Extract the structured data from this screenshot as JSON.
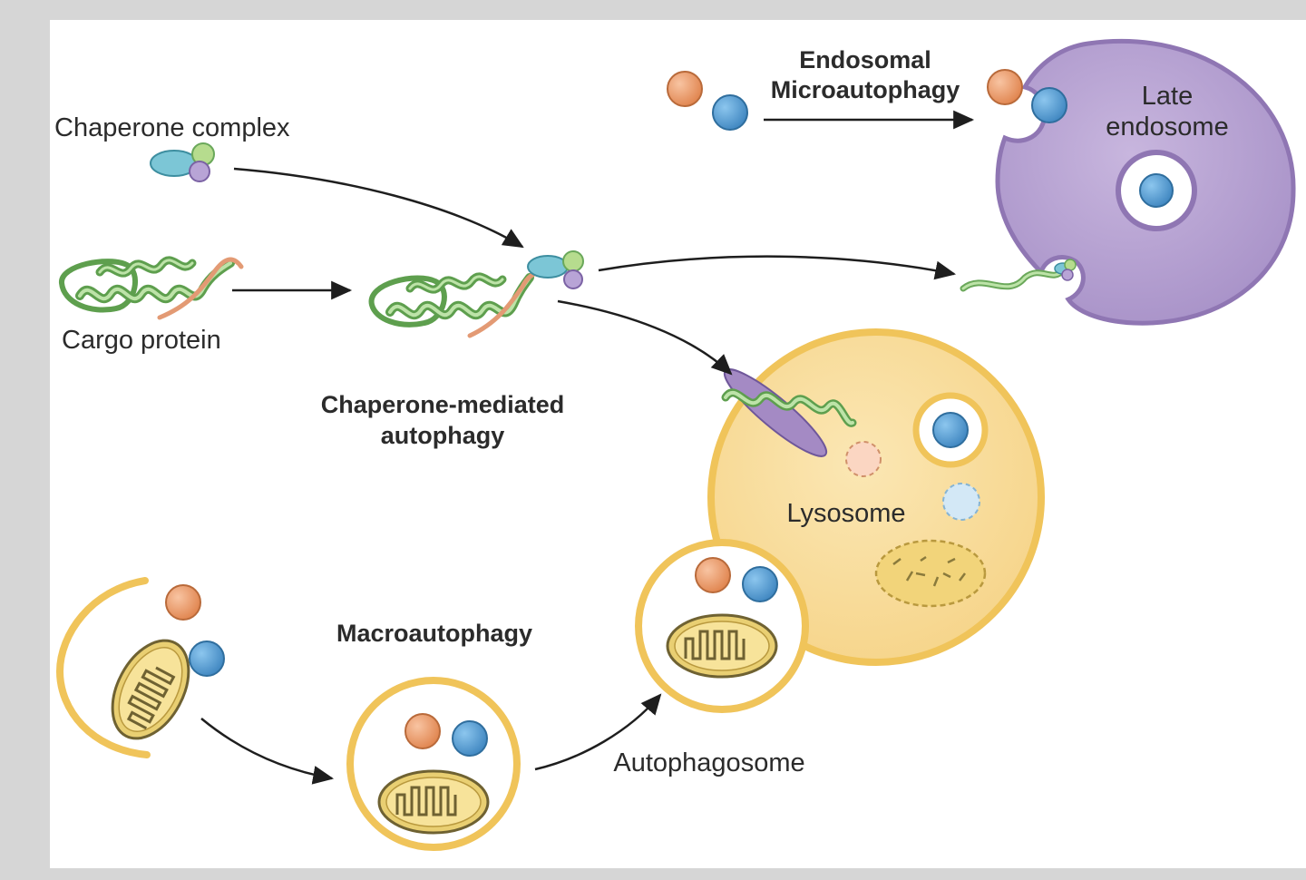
{
  "labels": {
    "chaperone_complex": "Chaperone complex",
    "cargo_protein": "Cargo protein",
    "endosomal_line1": "Endosomal",
    "endosomal_line2": "Microautophagy",
    "late_endosome_line1": "Late",
    "late_endosome_line2": "endosome",
    "cma_line1": "Chaperone-mediated",
    "cma_line2": "autophagy",
    "lysosome": "Lysosome",
    "macroautophagy": "Macroautophagy",
    "autophagosome": "Autophagosome"
  },
  "colors": {
    "orange": "#f0a47a",
    "blue": "#5aa3d6",
    "green_protein": "#8fc97a",
    "purple": "#a48ac4",
    "endosome_fill": "#b8a4d2",
    "endosome_edge": "#8f76b3",
    "lysosome_fill": "#f8dea0",
    "lysosome_edge": "#f0c45a",
    "mito_fill": "#e9cf72",
    "mito_edge": "#8a7a3c",
    "chaperone_teal": "#7cc6d6",
    "arrow": "#1e1e1e"
  }
}
